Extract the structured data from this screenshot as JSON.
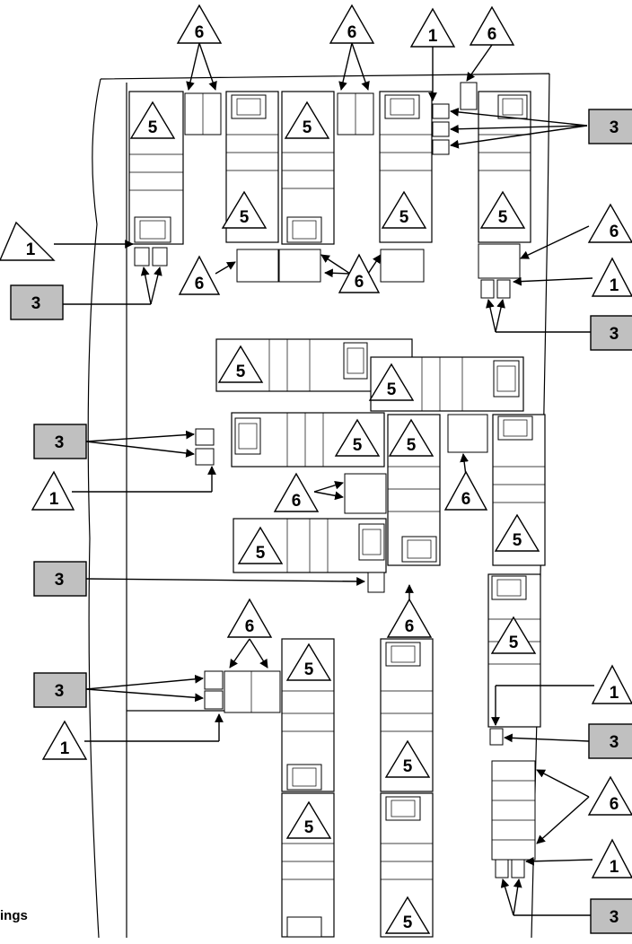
{
  "legend_caption": "ings",
  "callouts": {
    "label_1": "1",
    "label_3": "3",
    "label_5": "5",
    "label_6": "6"
  },
  "colors": {
    "line": "#000000",
    "gray_box": "#c0c0c0",
    "background": "#ffffff"
  }
}
